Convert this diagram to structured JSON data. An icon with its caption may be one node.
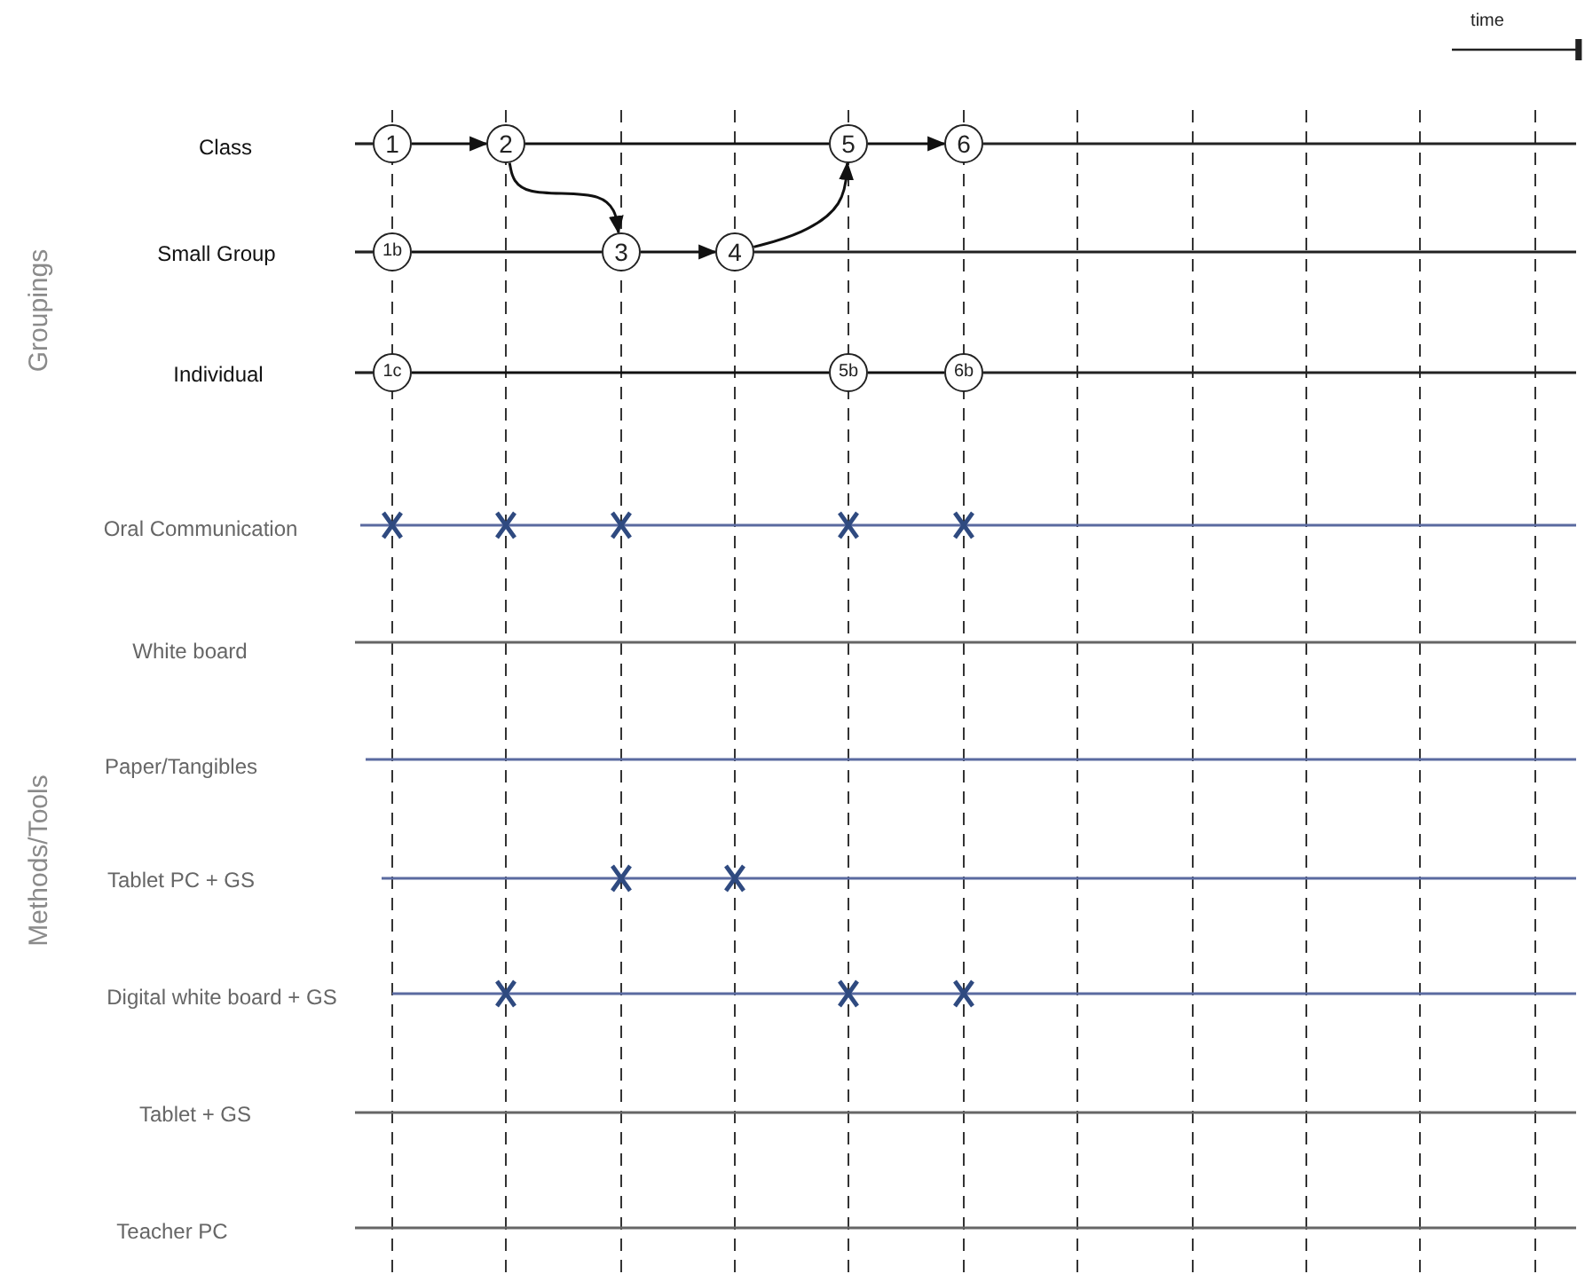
{
  "diagram": {
    "nodes": [
      {
        "text": [
          "1"
        ]
      },
      {
        "text": [
          "2"
        ]
      },
      {
        "text": [
          "5"
        ]
      },
      {
        "text": [
          "6"
        ]
      },
      {
        "text": [
          "1b"
        ]
      },
      {
        "text": [
          "3"
        ]
      },
      {
        "text": [
          "4"
        ]
      },
      {
        "text": [
          "1c"
        ]
      },
      {
        "text": [
          "5b"
        ]
      },
      {
        "text": [
          "6b"
        ]
      }
    ],
    "edges": [
      {
        "from": 0,
        "to": 1,
        "arrow": "to"
      },
      {
        "from": 1,
        "to": 2,
        "arrow": "none"
      },
      {
        "from": 2,
        "to": 3,
        "arrow": "to"
      },
      {
        "from": 1,
        "to": 5,
        "arrow": "to"
      },
      {
        "from": 4,
        "to": 5,
        "arrow": "none"
      },
      {
        "from": 5,
        "to": 6,
        "arrow": "to"
      },
      {
        "from": 6,
        "to": 2,
        "arrow": "to"
      },
      {
        "from": 7,
        "to": 8,
        "arrow": "none"
      },
      {
        "from": 8,
        "to": 9,
        "arrow": "none"
      }
    ],
    "labels": [
      "time",
      "Groupings",
      "Class",
      "Small Group",
      "Individual",
      "Methods/Tools",
      "Oral Communication",
      "White board",
      "Paper/Tangibles",
      "Tablet PC + GS",
      "Digital white board + GS",
      "Tablet + GS",
      "Teacher PC"
    ]
  }
}
